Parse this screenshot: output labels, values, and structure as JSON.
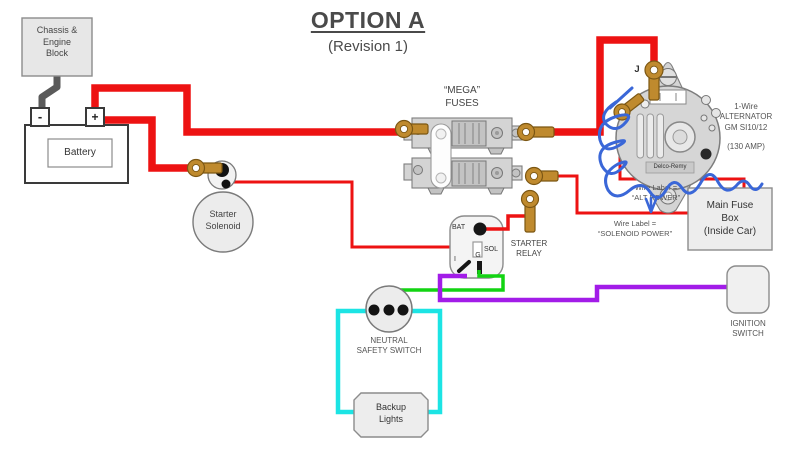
{
  "title": {
    "heading": "OPTION A",
    "revision": "(Revision 1)"
  },
  "components": {
    "chassis_block": {
      "label": "Chassis &\nEngine\nBlock"
    },
    "battery": {
      "label": "Battery",
      "negative_terminal": "-",
      "positive_terminal": "+"
    },
    "starter_solenoid": {
      "label": "Starter\nSolenoid"
    },
    "mega_fuses": {
      "label": "“MEGA”\nFUSES"
    },
    "starter_relay": {
      "label": "STARTER\nRELAY",
      "terminal_bat": "BAT",
      "terminal_sol": "SOL",
      "terminal_g": "G",
      "terminal_i": "I"
    },
    "alternator": {
      "terminal_label": "J",
      "brand": "Delco-Remy",
      "description": "1-Wire\nALTERNATOR\nGM SI10/12",
      "rating": "(130 AMP)"
    },
    "main_fuse_box": {
      "label": "Main Fuse\nBox\n(Inside Car)"
    },
    "neutral_safety_switch": {
      "label": "NEUTRAL\nSAFETY SWITCH"
    },
    "backup_lights": {
      "label": "Backup\nLights"
    },
    "ignition_switch": {
      "label": "IGNITION\nSWITCH"
    }
  },
  "wire_labels": {
    "alt_power": "Wire Label =\n“ALT POWER”",
    "solenoid_power": "Wire Label =\n“SOLENOID POWER”"
  },
  "colors": {
    "power_red": "#ed1212",
    "ground_gray": "#5a5a5a",
    "ignition_purple": "#a21ce8",
    "neutral_green": "#12d412",
    "backup_cyan": "#1ce4e4",
    "annotation_blue": "#3a67d8",
    "terminal_brass": "#bf8a2e"
  }
}
